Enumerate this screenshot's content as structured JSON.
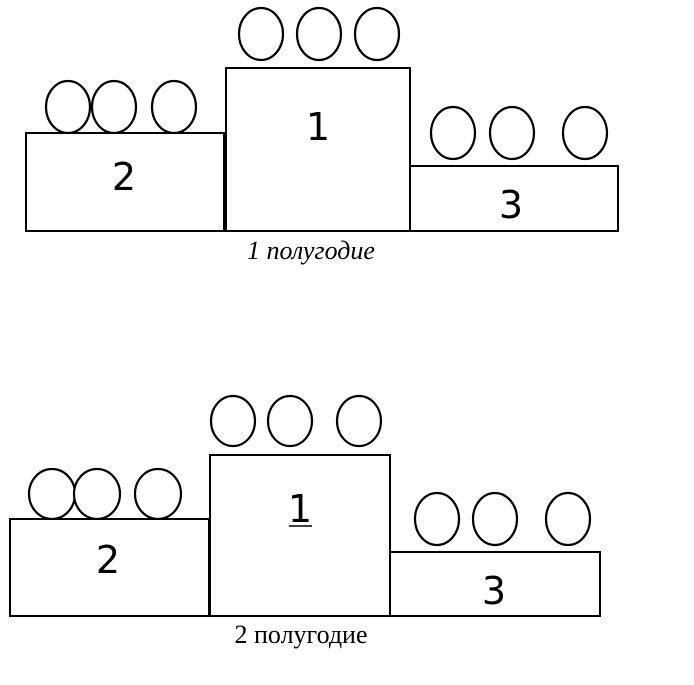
{
  "diagrams": [
    {
      "caption": "1 полугодие",
      "places": [
        {
          "label": "2",
          "figures": 3
        },
        {
          "label": "1",
          "figures": 3
        },
        {
          "label": "3",
          "figures": 3
        }
      ]
    },
    {
      "caption": "2 полугодие",
      "places": [
        {
          "label": "2",
          "figures": 3
        },
        {
          "label": "1",
          "figures": 3
        },
        {
          "label": "3",
          "figures": 3
        }
      ]
    }
  ],
  "colors": {
    "stroke": "#000000",
    "background": "#ffffff"
  }
}
